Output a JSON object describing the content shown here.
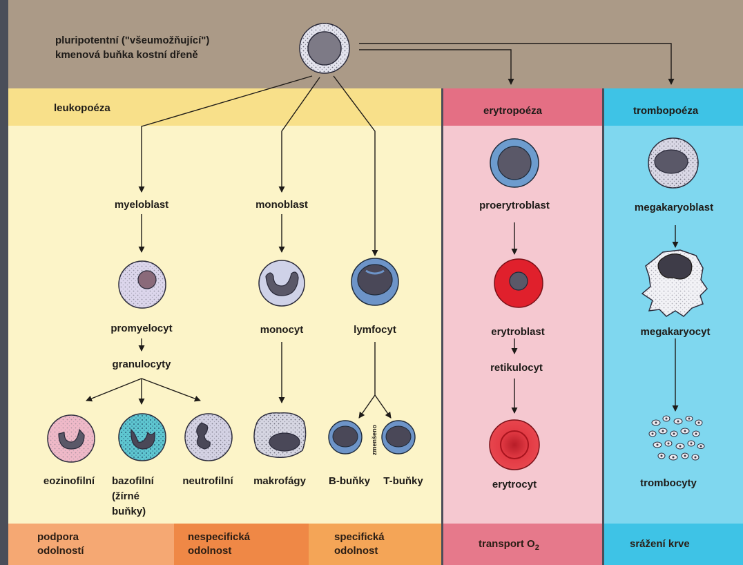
{
  "stem_cell": {
    "label": "pluripotentní (\"všeumožňující\")\nkmenová buňka kostní dřeně"
  },
  "sections": {
    "leukopoeza": "leukopoéza",
    "erytropoeza": "erytropoéza",
    "trombopoeza": "trombopoéza"
  },
  "cells": {
    "myeloblast": "myeloblast",
    "monoblast": "monoblast",
    "promyelocyt": "promyelocyt",
    "granulocyty": "granulocyty",
    "monocyt": "monocyt",
    "lymfocyt": "lymfocyt",
    "eozinofilni": "eozinofilní",
    "bazofilni": "bazofilní\n(žírné\nbuňky)",
    "neutrofilni": "neutrofilní",
    "makrofagy": "makrofágy",
    "b_bunky": "B-buňky",
    "t_bunky": "T-buňky",
    "zmenseno": "zmenšeno",
    "proerytroblast": "proerytroblast",
    "erytroblast": "erytroblast",
    "retikulocyt": "retikulocyt",
    "erytrocyt": "erytrocyt",
    "megakaryoblast": "megakaryoblast",
    "megakaryocyt": "megakaryocyt",
    "trombocyty": "trombocyty"
  },
  "functions": {
    "podpora": "podpora\nodolností",
    "nespecificka": "nespecifická\nodolnost",
    "specificka": "specifická\nodolnost",
    "transport_prefix": "transport O",
    "transport_sub": "2",
    "srazeni": "srážení krve"
  },
  "colors": {
    "frame": "#4a4e59",
    "stem_band": "#ab9a87",
    "leuko_header": "#f8e08a",
    "leuko_body": "#fcf4c8",
    "ery_header": "#e46f84",
    "ery_body": "#f5c8d0",
    "trombo_header": "#3ec3e6",
    "trombo_body": "#7fd7ef",
    "footer_podpora": "#f5a873",
    "footer_nespecificka": "#ef8846",
    "footer_specificka": "#f4a557",
    "footer_transport": "#e6798b",
    "footer_srazeni": "#3ec3e6"
  }
}
